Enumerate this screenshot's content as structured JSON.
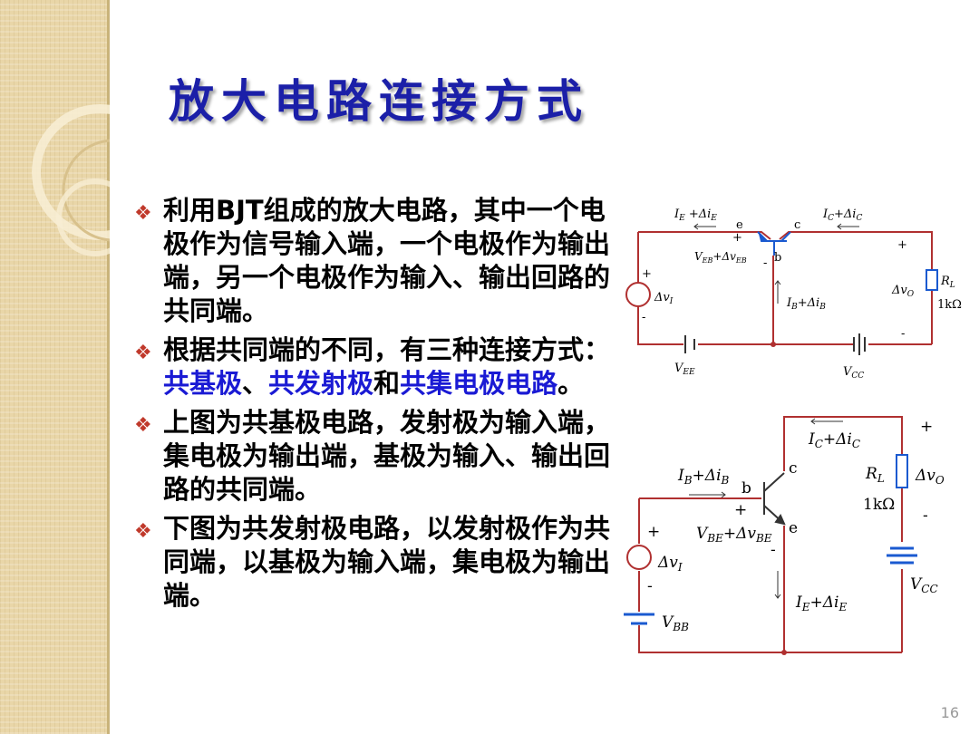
{
  "slide": {
    "title": "放大电路连接方式",
    "page_number": "16",
    "colors": {
      "title": "#1b1fa8",
      "highlight": "#1a1ad4",
      "bullet_mark": "#c0392b",
      "wire": "#b03030"
    },
    "bullets": [
      {
        "pre": "利用",
        "bold": "BJT",
        "post": "组成的放大电路，其中一个电极作为信号输入端，一个电极作为输出端，另一个电极作为输入、输出回路的共同端。"
      },
      {
        "pre": "根据共同端的不同，有三种连接方式：",
        "hl1": "共基极",
        "sep1": "、",
        "hl2": "共发射极",
        "sep2": "和",
        "hl3": "共集电极电路",
        "end": "。"
      },
      {
        "text": "上图为共基极电路，发射极为输入端，集电极为输出端，基极为输入、输出回路的共同端。"
      },
      {
        "text": "下图为共发射极电路，以发射极作为共同端，以基极为输入端，集电极为输出端。"
      }
    ]
  },
  "circuit_top": {
    "ie_label": "I",
    "ie_sub": "E",
    "ie_rest": " +Δi",
    "ie_sub2": "E",
    "ic_label": "I",
    "ic_sub": "C",
    "ic_rest": "+Δi",
    "ic_sub2": "C",
    "e": "e",
    "c": "c",
    "b": "b",
    "veb": "V",
    "veb_sub": "EB",
    "veb_rest": "+Δv",
    "veb_sub2": "EB",
    "ib": "I",
    "ib_sub": "B",
    "ib_rest": "+Δi",
    "ib_sub2": "B",
    "dvi": "Δv",
    "dvi_sub": "I",
    "dvo": "Δv",
    "dvo_sub": "O",
    "rl": "R",
    "rl_sub": "L",
    "rl_val": "1kΩ",
    "vee": "V",
    "vee_sub": "EE",
    "vcc": "V",
    "vcc_sub": "CC",
    "plus": "+",
    "minus": "-"
  },
  "circuit_bottom": {
    "ic": "I",
    "ic_sub": "C",
    "ic_rest": "+Δi",
    "ic_sub2": "C",
    "ib": "I",
    "ib_sub": "B",
    "ib_rest": "+Δi",
    "ib_sub2": "B",
    "b": "b",
    "c": "c",
    "e": "e",
    "vbe": "V",
    "vbe_sub": "BE",
    "vbe_rest": "+Δv",
    "vbe_sub2": "BE",
    "dvi": "Δv",
    "dvi_sub": "I",
    "vbb": "V",
    "vbb_sub": "BB",
    "ie": "I",
    "ie_sub": "E",
    "ie_rest": "+Δi",
    "ie_sub2": "E",
    "rl": "R",
    "rl_sub": "L",
    "rl_val": "1kΩ",
    "dvo": "Δv",
    "dvo_sub": "O",
    "vcc": "V",
    "vcc_sub": "CC",
    "plus": "+",
    "minus": "-"
  }
}
